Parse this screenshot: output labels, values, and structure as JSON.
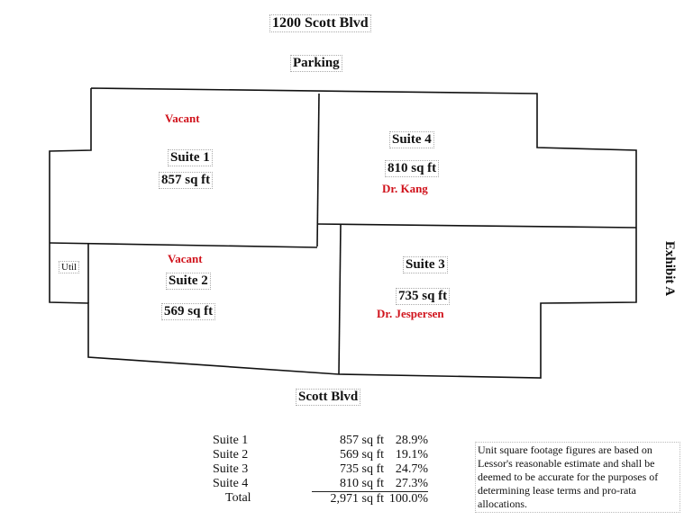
{
  "header": {
    "address": "1200 Scott Blvd",
    "top_label": "Parking",
    "bottom_label": "Scott Blvd",
    "exhibit": "Exhibit A"
  },
  "suites": [
    {
      "name": "Suite 1",
      "area": "857 sq ft",
      "tenant": "Vacant"
    },
    {
      "name": "Suite 2",
      "area": "569 sq ft",
      "tenant": "Vacant"
    },
    {
      "name": "Suite 3",
      "area": "735 sq ft",
      "tenant": "Dr. Jespersen"
    },
    {
      "name": "Suite 4",
      "area": "810 sq ft",
      "tenant": "Dr. Kang"
    }
  ],
  "util_label": "Util",
  "summary": {
    "rows": [
      {
        "name": "Suite 1",
        "area": "857 sq ft",
        "pct": "28.9%"
      },
      {
        "name": "Suite 2",
        "area": "569 sq ft",
        "pct": "19.1%"
      },
      {
        "name": "Suite 3",
        "area": "735 sq ft",
        "pct": "24.7%"
      },
      {
        "name": "Suite 4",
        "area": "810 sq ft",
        "pct": "27.3%"
      }
    ],
    "total": {
      "name": "Total",
      "area": "2,971 sq ft",
      "pct": "100.0%"
    }
  },
  "note": "Unit square footage figures are based on Lessor's reasonable estimate and shall be deemed to be accurate for the purposes of determining lease terms and pro-rata allocations.",
  "colors": {
    "tenant": "#d0121b",
    "line": "#111111"
  }
}
